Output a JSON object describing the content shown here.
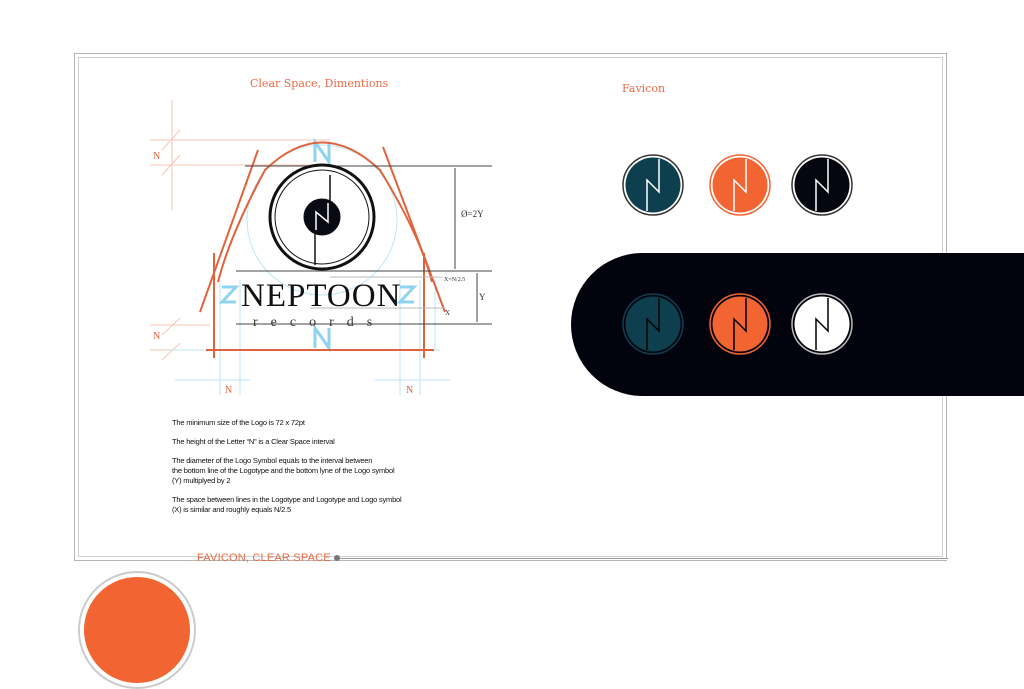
{
  "sections": {
    "clear_space_title": "Clear Space, Dimentions",
    "favicon_title": "Favicon",
    "footer_label": "FAVICON, CLEAR SPACE"
  },
  "diagram": {
    "logo_name": "NEPTOON",
    "logo_sub": "records",
    "n_label": "N",
    "diameter_label": "Ø=2Y",
    "x_formula_label": "X=N/2.5",
    "y_label": "Y",
    "x_label": "X"
  },
  "notes": [
    "The minimum size of the Logo is 72 x 72pt",
    "The height of the Letter “N” is a Clear Space interval",
    "The diameter of the Logo Symbol equals to the interval between",
    "the bottom line of the Logotype and the bottom lyne of the Logo symbol",
    "(Y) multiplyed by 2",
    "The space between lines in the Logotype and Logotype and Logo symbol",
    "(X) is similar and roughly equals N/2.5"
  ],
  "favicons": {
    "light_bg": [
      {
        "name": "teal",
        "fill": "#0d3f4f",
        "line": "#ffffff",
        "ring": "#333"
      },
      {
        "name": "orange",
        "fill": "#f26533",
        "line": "#ffffff",
        "ring": "#f26533"
      },
      {
        "name": "black",
        "fill": "#05060f",
        "line": "#ffffff",
        "ring": "#333"
      }
    ],
    "dark_bg": [
      {
        "name": "teal",
        "fill": "#0d3f4f",
        "line": "#000000",
        "ring": "#0d3f4f"
      },
      {
        "name": "orange",
        "fill": "#f26533",
        "line": "#000000",
        "ring": "#f26533"
      },
      {
        "name": "white",
        "fill": "#ffffff",
        "line": "#000000",
        "ring": "#bbb"
      }
    ]
  },
  "colors": {
    "accent": "#ea6a45",
    "dark": "#03030e",
    "guide_blue": "#8fd3f0"
  }
}
